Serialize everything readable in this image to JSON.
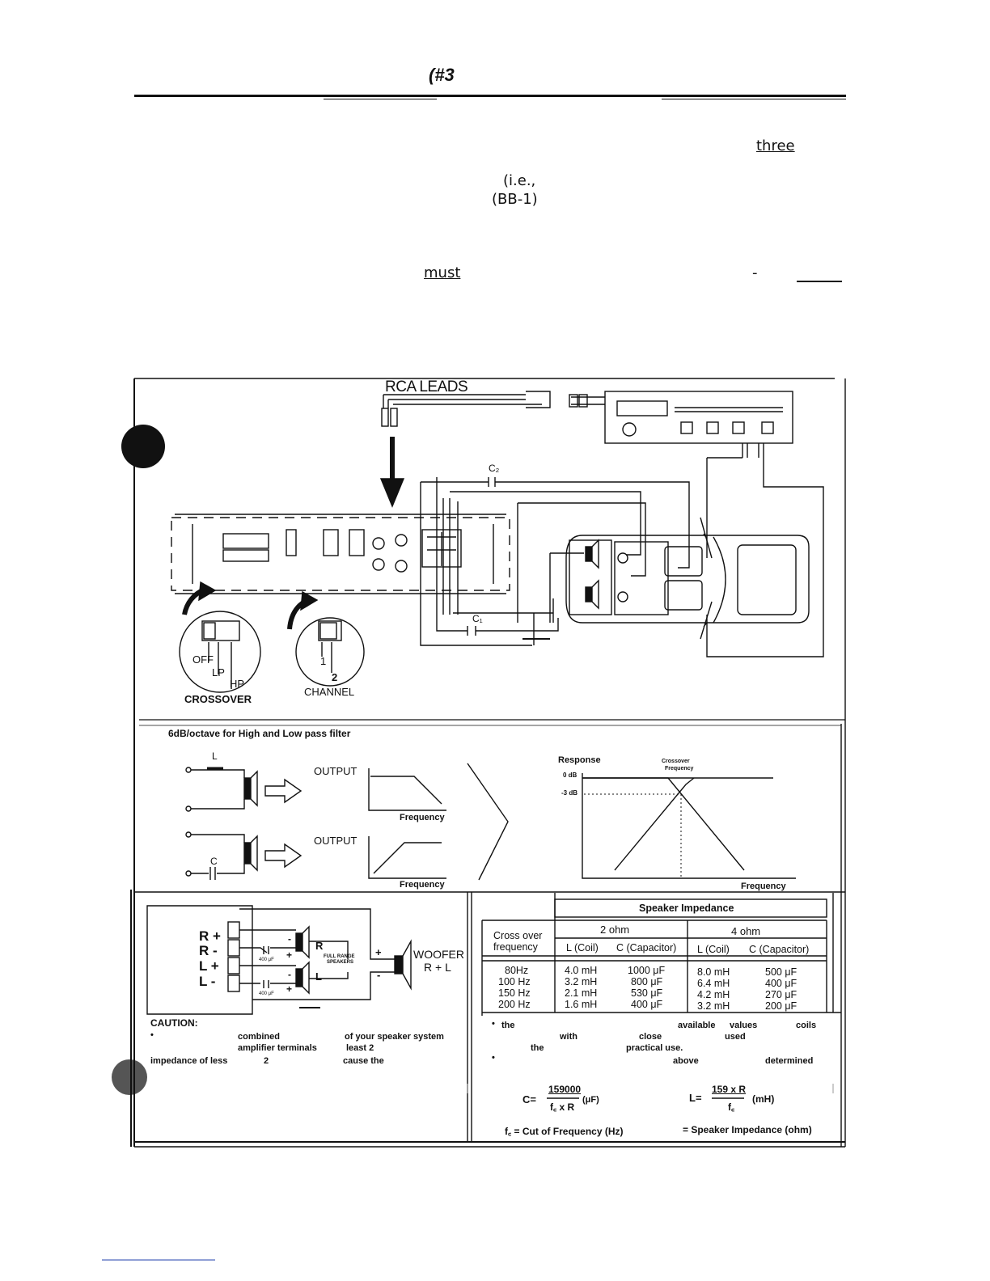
{
  "header": {
    "title": "(#3"
  },
  "fragments": {
    "three": "three",
    "ie": "(i.e.,",
    "bb1": "(BB-1)",
    "must": "must",
    "dash": "-"
  },
  "wiring": {
    "rca_leads": "RCA LEADS",
    "c2": "C₂",
    "c1": "C₁",
    "switch_off": "OFF",
    "switch_lp": "LP",
    "switch_hp": "HP",
    "crossover": "CROSSOVER",
    "ch1": "1",
    "ch2": "2",
    "channel": "CHANNEL"
  },
  "filter": {
    "title": "6dB/octave for High and Low pass filter",
    "l": "L",
    "c": "C",
    "output1": "OUTPUT",
    "output2": "OUTPUT",
    "freq1": "Frequency",
    "freq2": "Frequency",
    "response": "Response",
    "crossover_freq_1": "Crossover",
    "crossover_freq_2": "Frequency",
    "db0": "0 dB",
    "db3": "-3 dB",
    "freq3": "Frequency"
  },
  "woofer": {
    "rp": "R +",
    "rm": "R -",
    "lp": "L +",
    "lm": "L -",
    "r": "R",
    "l": "L",
    "plus1": "+",
    "plus2": "+",
    "minus1": "-",
    "minus2": "-",
    "cap1": "400 μF",
    "cap2": "400 μF",
    "full_range_1": "FULL RANGE",
    "full_range_2": "SPEAKERS",
    "woofer_plus": "+",
    "woofer_minus": "-",
    "woofer": "WOOFER",
    "woofer_rl": "R + L",
    "caution": "CAUTION:",
    "c1": "•",
    "c2": "combined",
    "c3": "of your speaker system",
    "c4": "amplifier terminals",
    "c5": "least 2",
    "c6": "impedance of less",
    "c7": "2",
    "c8": "cause the"
  },
  "table": {
    "title": "Speaker Impedance",
    "crossover_1": "Cross over",
    "crossover_2": "frequency",
    "ohm2": "2 ohm",
    "ohm4": "4 ohm",
    "h_coil_2": "L (Coil)",
    "h_cap_2": "C (Capacitor)",
    "h_coil_4": "L (Coil)",
    "h_cap_4": "C (Capacitor)",
    "rows": [
      {
        "f": "80Hz",
        "l2": "4.0 mH",
        "c2": "1000 μF",
        "l4": "8.0 mH",
        "c4": "500 μF"
      },
      {
        "f": "100 Hz",
        "l2": "3.2 mH",
        "c2": "800 μF",
        "l4": "6.4 mH",
        "c4": "400 μF"
      },
      {
        "f": "150 Hz",
        "l2": "2.1 mH",
        "c2": "530 μF",
        "l4": "4.2 mH",
        "c4": "270 μF"
      },
      {
        "f": "200 Hz",
        "l2": "1.6 mH",
        "c2": "400 μF",
        "l4": "3.2 mH",
        "c4": "200 μF"
      }
    ]
  },
  "notes": {
    "n1": "•",
    "n2": "the",
    "n3": "available",
    "n4": "values",
    "n5": "coils",
    "n6": "with",
    "n7": "close",
    "n8": "used",
    "n9": "the",
    "n10": "practical use.",
    "n11": "•",
    "n12": "above",
    "n13": "determined",
    "formula_c_lhs": "C=",
    "formula_c_num": "159000",
    "formula_c_den": "f꜀ x R",
    "formula_c_unit": "(μF)",
    "formula_l_lhs": "L=",
    "formula_l_num": "159 x R",
    "formula_l_den": "f꜀",
    "formula_l_unit": "(mH)",
    "legend_f": "f꜀ = Cut of Frequency (Hz)",
    "legend_r": "= Speaker Impedance (ohm)"
  }
}
